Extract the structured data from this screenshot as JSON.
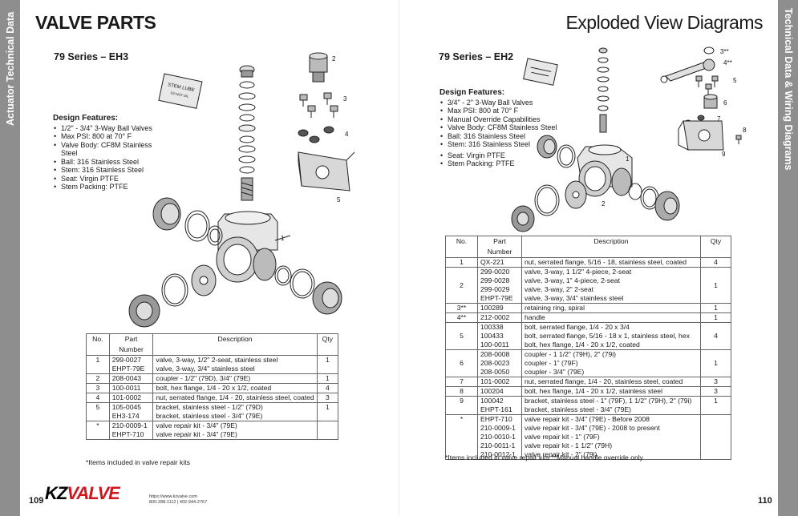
{
  "left_tab": "Actuator Technical Data",
  "right_tab": "Technical Data & Wiring Diagrams",
  "left_page": {
    "title": "VALVE PARTS",
    "series": "79 Series – EH3",
    "features_title": "Design Features:",
    "features": [
      "1/2\" - 3/4\" 3-Way Ball Valves",
      "Max PSI: 800 at 70° F",
      "Valve Body: CF8M Stainless Steel",
      "Ball: 316 Stainless Steel",
      "Stem: 316 Stainless Steel",
      "Seat: Virgin PTFE",
      "Stem Packing: PTFE"
    ],
    "diagram_labels": {
      "l1": "1",
      "l2": "2",
      "l3": "3",
      "l4": "4",
      "l5": "5",
      "plate_line1": "STEM LUBE",
      "plate_line2": "DO NOT OIL"
    },
    "table": {
      "headers": [
        "No.",
        "Part Number",
        "Description",
        "Qty"
      ],
      "rows": [
        {
          "no": "1",
          "parts": [
            "299-0027",
            "EHPT-79E"
          ],
          "desc": [
            "valve, 3-way, 1/2\" 2-seat, stainless steel",
            "valve, 3-way, 3/4\" stainless steel"
          ],
          "qty": "1"
        },
        {
          "no": "2",
          "parts": [
            "208-0043"
          ],
          "desc": [
            "coupler - 1/2\" (79D), 3/4\" (79E)"
          ],
          "qty": "1"
        },
        {
          "no": "3",
          "parts": [
            "100-0011"
          ],
          "desc": [
            "bolt, hex flange, 1/4 - 20 x 1/2, coated"
          ],
          "qty": "4"
        },
        {
          "no": "4",
          "parts": [
            "101-0002"
          ],
          "desc": [
            "nut, serrated flange, 1/4 - 20, stainless steel, coated"
          ],
          "qty": "3"
        },
        {
          "no": "5",
          "parts": [
            "105-0045",
            "EH3-174"
          ],
          "desc": [
            "bracket, stainless steel - 1/2\" (79D)",
            "bracket, stainless steel - 3/4\" (79E)"
          ],
          "qty": "1"
        },
        {
          "no": "*",
          "parts": [
            "210-0009-1",
            "EHPT-710"
          ],
          "desc": [
            "valve repair kit - 3/4\" (79E)",
            "valve repair kit - 3/4\" (79E)"
          ],
          "qty": ""
        }
      ]
    },
    "footnotes": [
      "*Items included in valve repair kits"
    ],
    "page_number": "109"
  },
  "right_page": {
    "title": "Exploded View Diagrams",
    "series": "79 Series – EH2",
    "features_title": "Design Features:",
    "features": [
      "3/4\" - 2\"  3-Way Ball Valves",
      "Max PSI: 800 at 70° F",
      "Manual Override Capabilities",
      "Valve Body: CF8M Stainless Steel",
      "Ball: 316 Stainless Steel",
      "Stem: 316 Stainless Steel",
      "Seat: Virgin PTFE",
      "Stem Packing: PTFE"
    ],
    "diagram_labels": {
      "l1": "1",
      "l2": "2",
      "l3": "3**",
      "l4": "4**",
      "l5": "5",
      "l6": "6",
      "l7": "7",
      "l8": "8",
      "l9": "9"
    },
    "table": {
      "headers": [
        "No.",
        "Part Number",
        "Description",
        "Qty"
      ],
      "rows": [
        {
          "no": "1",
          "parts": [
            "QX-221"
          ],
          "desc": [
            "nut, serrated flange, 5/16 - 18, stainless steel, coated"
          ],
          "qty": "4"
        },
        {
          "no": "2",
          "parts": [
            "299-0020",
            "299-0028",
            "299-0029",
            "EHPT-79E"
          ],
          "desc": [
            "valve, 3-way, 1 1/2\" 4-piece, 2-seat",
            "valve, 3-way, 1\" 4-piece, 2-seat",
            "valve, 3-way, 2\" 2-seat",
            "valve, 3-way, 3/4\" stainless steel"
          ],
          "qty": "1"
        },
        {
          "no": "3**",
          "parts": [
            "100289"
          ],
          "desc": [
            "retaining ring, spiral"
          ],
          "qty": "1"
        },
        {
          "no": "4**",
          "parts": [
            "212-0002"
          ],
          "desc": [
            "handle"
          ],
          "qty": "1"
        },
        {
          "no": "5",
          "parts": [
            "100338",
            "100433",
            "100-0011"
          ],
          "desc": [
            "bolt, serrated flange, 1/4 - 20 x 3/4",
            "bolt, serrated flange, 5/16 - 18 x 1, stainless steel, hex",
            "bolt, hex flange, 1/4 - 20 x 1/2, coated"
          ],
          "qty": "4"
        },
        {
          "no": "6",
          "parts": [
            "208-0008",
            "208-0023",
            "208-0050"
          ],
          "desc": [
            "coupler - 1 1/2\" (79H), 2\" (79i)",
            "coupler - 1\" (79F)",
            "coupler - 3/4\" (79E)"
          ],
          "qty": "1"
        },
        {
          "no": "7",
          "parts": [
            "101-0002"
          ],
          "desc": [
            "nut, serrated flange, 1/4 - 20, stainless steel, coated"
          ],
          "qty": "3"
        },
        {
          "no": "8",
          "parts": [
            "100204"
          ],
          "desc": [
            "bolt, hex flange, 1/4 - 20 x 1/2, stainless steel"
          ],
          "qty": "3"
        },
        {
          "no": "9",
          "parts": [
            "100042",
            "EHPT-161"
          ],
          "desc": [
            "bracket, stainless steel - 1\" (79F), 1 1/2\" (79H), 2\" (79i)",
            "bracket, stainless steel - 3/4\" (79E)"
          ],
          "qty": "1"
        },
        {
          "no": "*",
          "parts": [
            "EHPT-710",
            "210-0009-1",
            "210-0010-1",
            "210-0011-1",
            "210-0012-1"
          ],
          "desc": [
            "valve repair kit - 3/4\" (79E) - Before 2008",
            "valve repair kit - 3/4\" (79E) - 2008 to present",
            "valve repair kit - 1\" (79F)",
            "valve repair kit - 1 1/2\" (79H)",
            "valve repair kit - 2\" (79i)"
          ],
          "qty": ""
        }
      ]
    },
    "footnotes": [
      "*Items included in valve repair kits",
      "**Manual handle override only"
    ],
    "page_number": "110"
  },
  "footer": {
    "logo_kz": "KZ",
    "logo_valve": "VALVE",
    "website": "https://www.kzvalve.com",
    "phone": "800-288-1112 | 402-944-2767"
  }
}
